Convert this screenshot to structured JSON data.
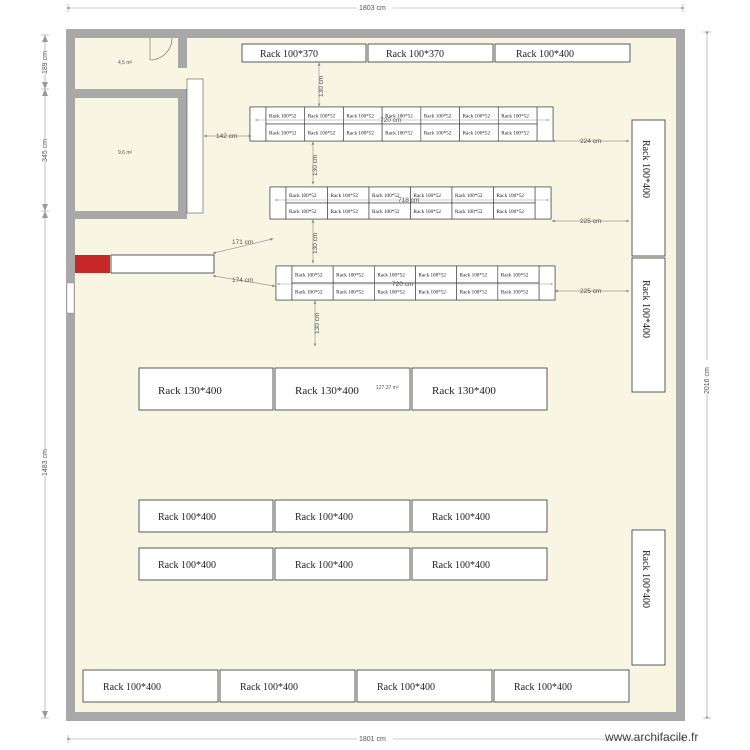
{
  "dimensions": {
    "top_width": "1803 cm",
    "bottom_width": "1801 cm",
    "right_height": "2016 cm",
    "left_segments": [
      "189 cm",
      "345 cm",
      "1483 cm"
    ],
    "gaps": {
      "top_to_row1": "130 cm",
      "row1_to_row2": "130 cm",
      "row2_to_row3": "130 cm",
      "row3_to_rack130": "130 cm",
      "room_to_row1": "142 cm",
      "row1_to_right_rack": "224 cm",
      "row2_to_right_rack": "225 cm",
      "row3_to_right_rack": "225 cm",
      "desk_to_row2": "171 cm",
      "desk_to_row3": "174 cm",
      "row1_width": "720 cm",
      "row2_width": "718 cm",
      "row3_width": "720 cm"
    }
  },
  "rooms": [
    {
      "area": "4,5 m²"
    },
    {
      "area": "9,6 m²"
    }
  ],
  "main_area": "127,37 m²",
  "top_racks": [
    "Rack 100*370",
    "Rack 100*370",
    "Rack 100*400"
  ],
  "small_rack_label": "Rack 100*52",
  "rack130_row": [
    "Rack 130*400",
    "Rack 130*400",
    "Rack 130*400"
  ],
  "rack100_row1": [
    "Rack 100*400",
    "Rack 100*400",
    "Rack 100*400"
  ],
  "rack100_row2": [
    "Rack 100*400",
    "Rack 100*400",
    "Rack 100*400"
  ],
  "bottom_racks": [
    "Rack 100*400",
    "Rack 100*400",
    "Rack 100*400",
    "Rack 100*400"
  ],
  "right_racks": [
    "Rack 100*400",
    "Rack 100*400",
    "Rack 100*400"
  ],
  "watermark": "www.archifacile.fr",
  "colors": {
    "floor": "#f8f6e2",
    "wall": "#a8a8a8",
    "rack_border": "#333333",
    "dim_line": "#999999",
    "red_block": "#c62828"
  }
}
